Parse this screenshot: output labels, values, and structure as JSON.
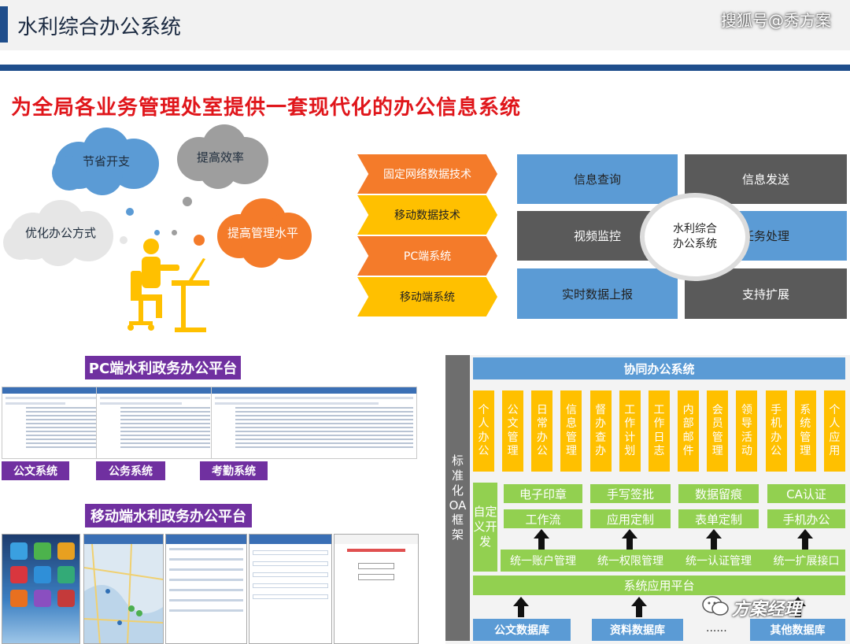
{
  "header": {
    "title": "水利综合办公系统",
    "watermark": "搜狐号@秀方案"
  },
  "headline": "为全局各业务管理处室提供一套现代化的办公信息系统",
  "clouds": {
    "save_cost": "节省开支",
    "efficiency": "提高效率",
    "optimize": "优化办公方式",
    "management": "提高管理水平"
  },
  "tech": [
    "固定网络数据技术",
    "移动数据技术",
    "PC端系统",
    "移动端系统"
  ],
  "quad": {
    "center": "水利综合\n办公系统",
    "top_left": "信息查询",
    "top_right": "信息发送",
    "mid_left": "视频监控",
    "mid_right": "任务处理",
    "bottom_left": "实时数据上报",
    "bottom_right": "支持扩展"
  },
  "pc_platform": {
    "title": "PC端水利政务办公平台",
    "labels": [
      "公文系统",
      "公务系统",
      "考勤系统"
    ]
  },
  "mobile_platform": {
    "title": "移动端水利政务办公平台"
  },
  "oa": {
    "vertical": "标准化OA框架",
    "top": "协同办公系统",
    "modules": [
      "个人办公",
      "公文管理",
      "日常办公",
      "信息管理",
      "督办查办",
      "工作计划",
      "工作日志",
      "内部邮件",
      "会员管理",
      "领导活动",
      "手机办公",
      "系统管理",
      "个人应用"
    ],
    "custom": "自定义开发",
    "row1": [
      "电子印章",
      "手写签批",
      "数据留痕",
      "CA认证"
    ],
    "row2": [
      "工作流",
      "应用定制",
      "表单定制",
      "手机办公"
    ],
    "row3": [
      "统一账户管理",
      "统一权限管理",
      "统一认证管理",
      "统一扩展接口"
    ],
    "platform": "系统应用平台",
    "databases": [
      "公文数据库",
      "资料数据库",
      "其他数据库"
    ],
    "dots": "......",
    "watermark": "方案经理"
  },
  "colors": {
    "header_blue": "#1f4e8c",
    "headline_red": "#e0161b",
    "orange": "#f47b2a",
    "yellow": "#ffc000",
    "blue": "#5b9bd5",
    "grey": "#5a5a5a",
    "purple": "#7030a0",
    "green": "#92d050"
  },
  "icons": [
    "person-at-desk-icon",
    "up-arrow-icon",
    "wechat-icon"
  ]
}
